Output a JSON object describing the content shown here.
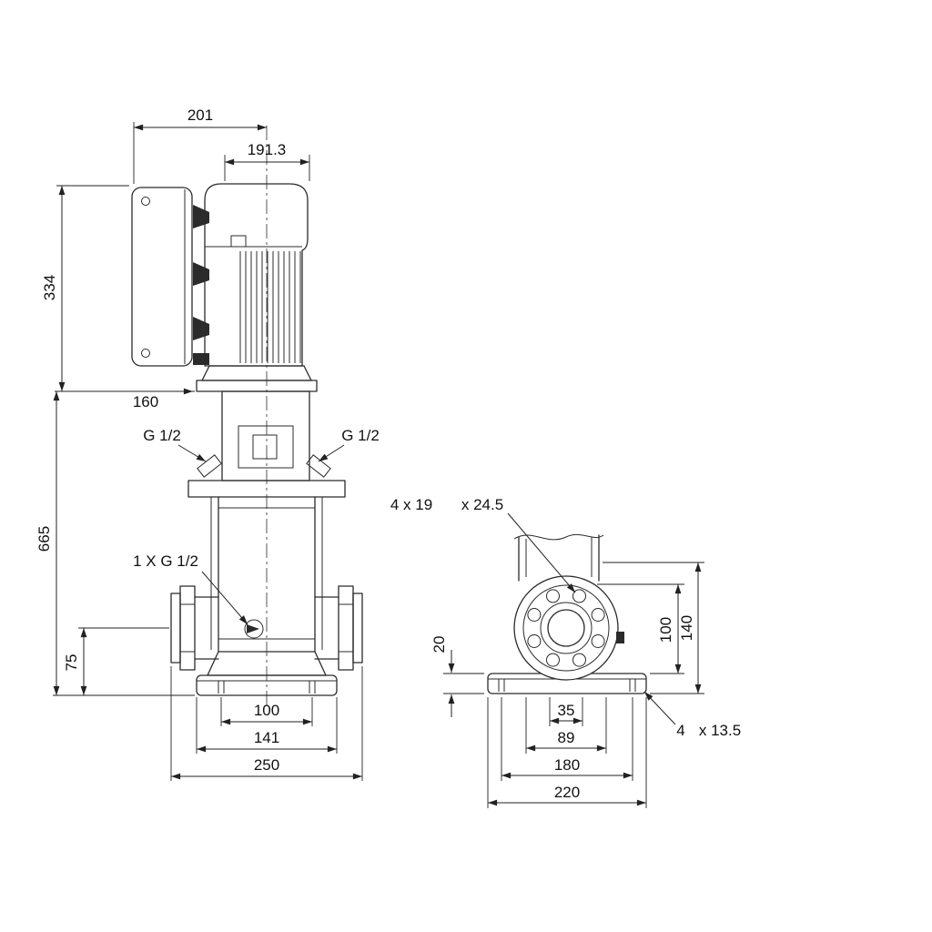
{
  "page": {
    "background": "#ffffff",
    "line_color": "#2b2b2b",
    "text_color": "#111111"
  },
  "front_view": {
    "dim_overall_width": "201",
    "dim_motor_width": "191.3",
    "dim_motor_height": "334",
    "dim_flange": "160",
    "dim_pump_height": "665",
    "dim_port_height": "75",
    "dim_base_holes": "100",
    "dim_base_length": "141",
    "dim_port_to_port": "250",
    "label_plug_left": "G 1/2",
    "label_plug_right": "G 1/2",
    "label_drain_port": "1 X G 1/2"
  },
  "side_view": {
    "label_flange_holes_count": "4 x 19",
    "label_flange_holes_dia": "x 24.5",
    "dim_base_thickness": "20",
    "dim_center_to_base": "100",
    "dim_center_to_bottom": "140",
    "dim_holes_inner": "35",
    "dim_holes_outer": "89",
    "dim_base_width": "180",
    "dim_base_overall": "220",
    "label_base_holes_count": "4",
    "label_base_holes_dia": "x 13.5"
  }
}
